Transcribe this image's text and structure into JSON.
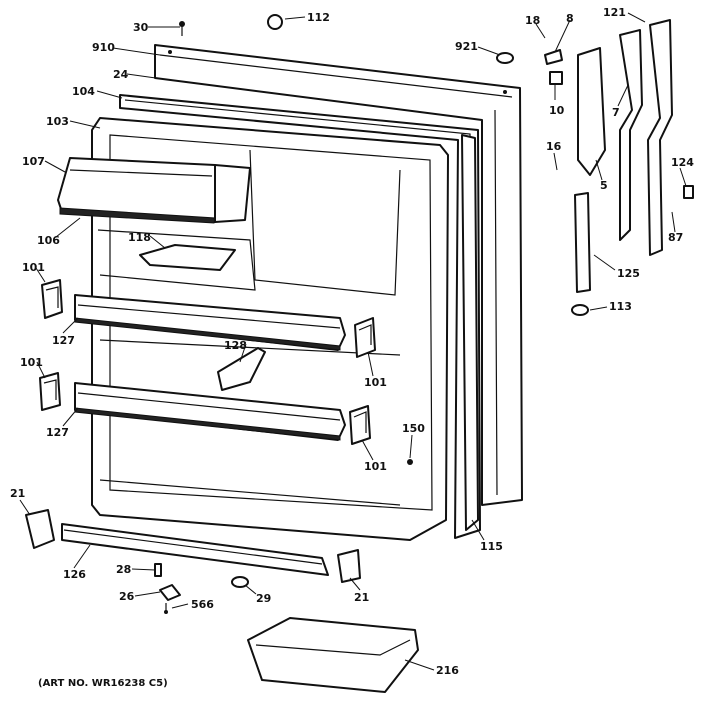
{
  "callouts": {
    "c30": "30",
    "c112": "112",
    "c18": "18",
    "c8": "8",
    "c121": "121",
    "c910": "910",
    "c921": "921",
    "c24": "24",
    "c10": "10",
    "c7": "7",
    "c104": "104",
    "c103": "103",
    "c107": "107",
    "c16": "16",
    "c5": "5",
    "c124": "124",
    "c87": "87",
    "c106": "106",
    "c118": "118",
    "c125": "125",
    "c101a": "101",
    "c113": "113",
    "c127a": "127",
    "c128": "128",
    "c101b": "101",
    "c101c": "101",
    "c127b": "127",
    "c150": "150",
    "c101d": "101",
    "c21a": "21",
    "c115": "115",
    "c126": "126",
    "c28": "28",
    "c21b": "21",
    "c26": "26",
    "c566": "566",
    "c29": "29",
    "c216": "216"
  },
  "caption": "(ART NO. WR16238 C5)"
}
